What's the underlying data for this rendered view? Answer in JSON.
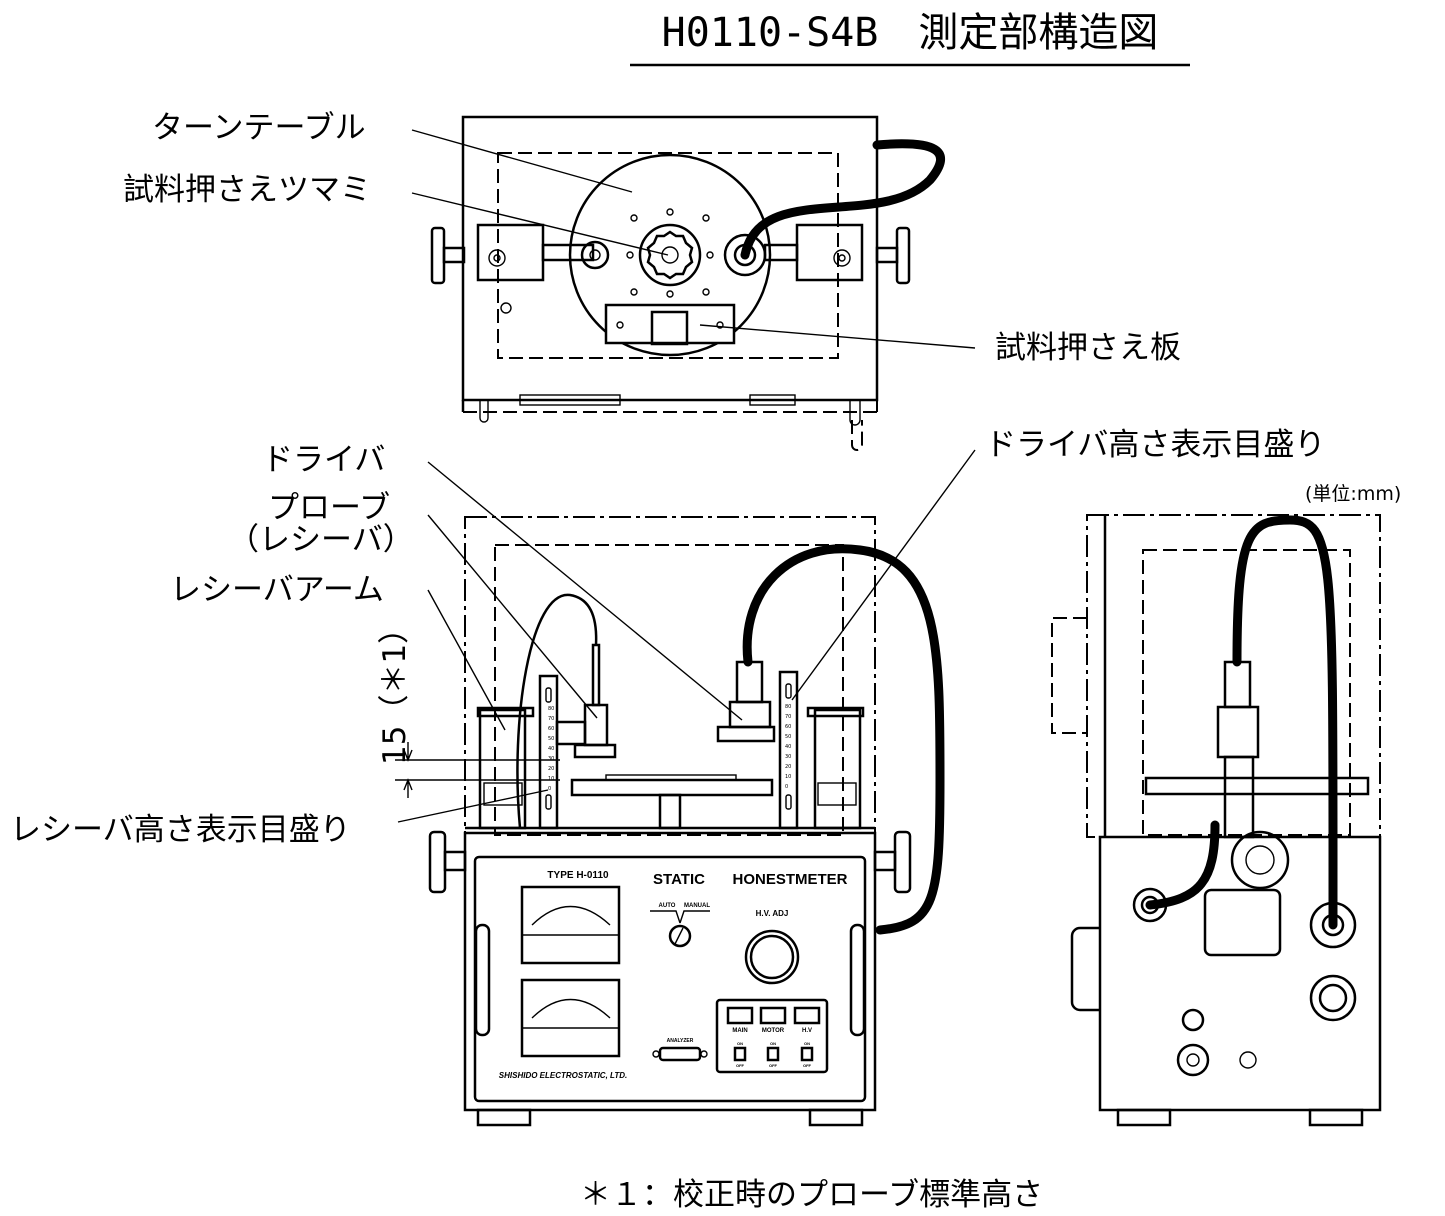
{
  "title": "H0110-S4B　測定部構造図",
  "labels": {
    "turntable": "ターンテーブル",
    "sample_knob": "試料押さえツマミ",
    "sample_plate": "試料押さえ板",
    "driver": "ドライバ",
    "probe": "プローブ",
    "receiver": "（レシーバ）",
    "receiver_arm": "レシーバアーム",
    "probe_height": "15（＊1）",
    "receiver_scale": "レシーバ高さ表示目盛り",
    "driver_scale": "ドライバ高さ表示目盛り",
    "unit": "(単位:mm)"
  },
  "panel": {
    "type": "TYPE H-0110",
    "name_left": "STATIC",
    "name_right": "HONESTMETER",
    "auto": "AUTO",
    "manual": "MANUAL",
    "hv_adj": "H.V. ADJ",
    "analyzer": "ANALYZER",
    "maker": "SHISHIDO ELECTROSTATIC, LTD.",
    "switches": [
      {
        "label": "MAIN",
        "on": "ON",
        "off": "OFF"
      },
      {
        "label": "MOTOR",
        "on": "ON",
        "off": "OFF"
      },
      {
        "label": "H.V",
        "on": "ON",
        "off": "OFF"
      }
    ]
  },
  "scale_ticks": [
    "0",
    "10",
    "20",
    "30",
    "40",
    "50",
    "60",
    "70",
    "80"
  ],
  "footnote": "＊１：校正時のプローブ標準高さ"
}
